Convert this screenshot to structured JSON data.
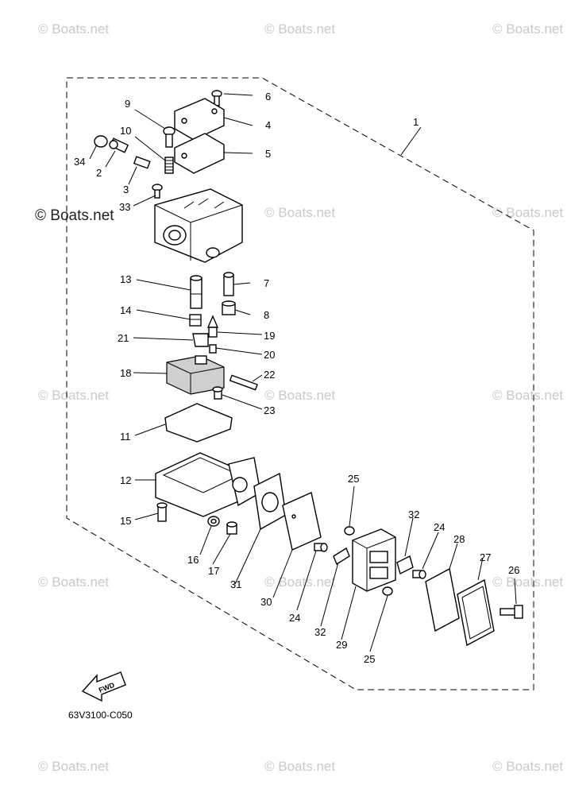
{
  "watermark": {
    "text": "© Boats.net",
    "highlight_text": "© Boats.net"
  },
  "diagram_code": "63V3100-C050",
  "fwd_arrow_label": "FWD",
  "callouts": [
    {
      "id": "c1",
      "label": "1"
    },
    {
      "id": "c2",
      "label": "2"
    },
    {
      "id": "c3",
      "label": "3"
    },
    {
      "id": "c4",
      "label": "4"
    },
    {
      "id": "c5",
      "label": "5"
    },
    {
      "id": "c6",
      "label": "6"
    },
    {
      "id": "c7",
      "label": "7"
    },
    {
      "id": "c8",
      "label": "8"
    },
    {
      "id": "c9",
      "label": "9"
    },
    {
      "id": "c10",
      "label": "10"
    },
    {
      "id": "c11",
      "label": "11"
    },
    {
      "id": "c12",
      "label": "12"
    },
    {
      "id": "c13",
      "label": "13"
    },
    {
      "id": "c14",
      "label": "14"
    },
    {
      "id": "c15",
      "label": "15"
    },
    {
      "id": "c16",
      "label": "16"
    },
    {
      "id": "c17",
      "label": "17"
    },
    {
      "id": "c18",
      "label": "18"
    },
    {
      "id": "c19",
      "label": "19"
    },
    {
      "id": "c20",
      "label": "20"
    },
    {
      "id": "c21",
      "label": "21"
    },
    {
      "id": "c22",
      "label": "22"
    },
    {
      "id": "c23",
      "label": "23"
    },
    {
      "id": "c24a",
      "label": "24"
    },
    {
      "id": "c24b",
      "label": "24"
    },
    {
      "id": "c25a",
      "label": "25"
    },
    {
      "id": "c25b",
      "label": "25"
    },
    {
      "id": "c26",
      "label": "26"
    },
    {
      "id": "c27",
      "label": "27"
    },
    {
      "id": "c28",
      "label": "28"
    },
    {
      "id": "c29",
      "label": "29"
    },
    {
      "id": "c30",
      "label": "30"
    },
    {
      "id": "c31",
      "label": "31"
    },
    {
      "id": "c32a",
      "label": "32"
    },
    {
      "id": "c32b",
      "label": "32"
    },
    {
      "id": "c33",
      "label": "33"
    },
    {
      "id": "c34",
      "label": "34"
    }
  ]
}
